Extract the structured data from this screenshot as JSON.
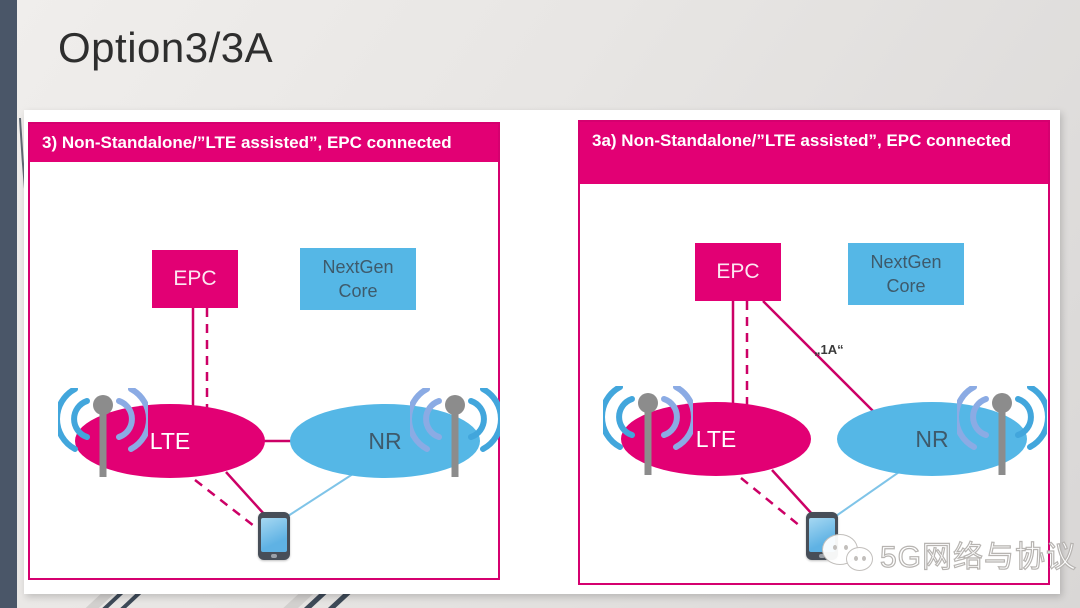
{
  "slide": {
    "title": "Option3/3A",
    "watermark_text": "5G网络与协议"
  },
  "colors": {
    "magenta": "#E20074",
    "blue": "#55B7E6",
    "sidebar_bar": "#4A5668",
    "background": "#E8E6E4"
  },
  "icons": {
    "antenna": "antenna-icon",
    "phone": "smartphone-icon",
    "watermark": "wechat-icon"
  },
  "panels": [
    {
      "header": "3) Non-Standalone/”LTE assisted”, EPC connected",
      "nodes": {
        "epc": "EPC",
        "core": "NextGen Core",
        "lte": "LTE",
        "nr": "NR"
      }
    },
    {
      "header": "3a) Non-Standalone/”LTE assisted”, EPC connected",
      "nodes": {
        "epc": "EPC",
        "core": "NextGen Core",
        "lte": "LTE",
        "nr": "NR"
      },
      "link_label": "„1A“"
    }
  ]
}
